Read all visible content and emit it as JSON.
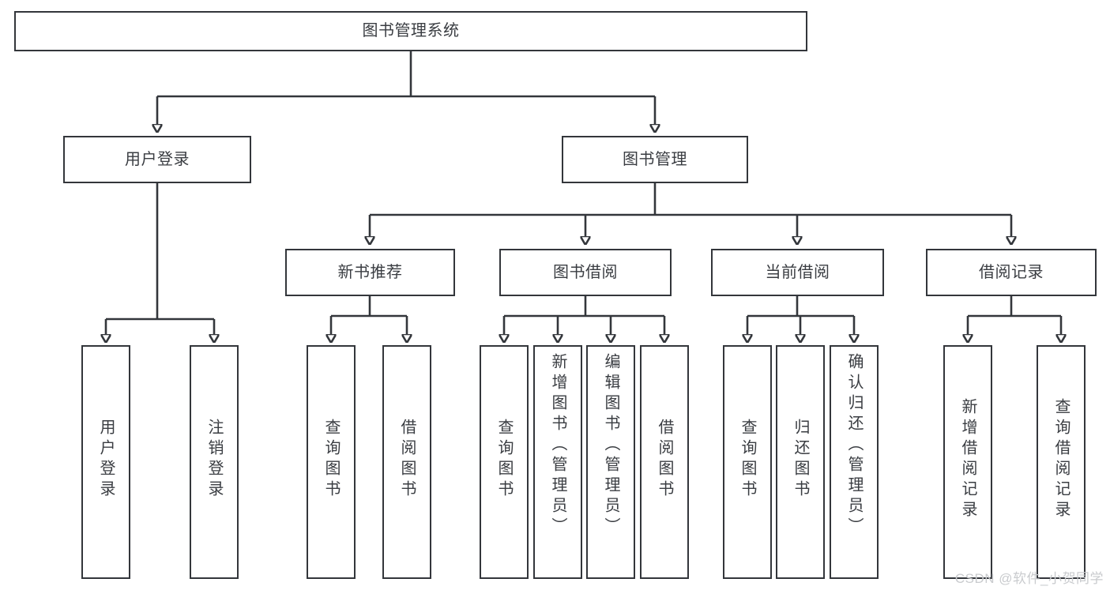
{
  "diagram": {
    "type": "tree",
    "title": "图书管理系统",
    "root": {
      "label": "图书管理系统"
    },
    "level1": [
      {
        "label": "用户登录"
      },
      {
        "label": "图书管理"
      }
    ],
    "level2": [
      {
        "label": "新书推荐"
      },
      {
        "label": "图书借阅"
      },
      {
        "label": "当前借阅"
      },
      {
        "label": "借阅记录"
      }
    ],
    "leaves": {
      "user_login": [
        {
          "label": "用户登录"
        },
        {
          "label": "注销登录"
        }
      ],
      "new_book_recommend": [
        {
          "label": "查询图书"
        },
        {
          "label": "借阅图书"
        }
      ],
      "book_borrow": [
        {
          "label": "查询图书"
        },
        {
          "label": "新增图书（管理员）"
        },
        {
          "label": "编辑图书（管理员）"
        },
        {
          "label": "借阅图书"
        }
      ],
      "current_borrow": [
        {
          "label": "查询图书"
        },
        {
          "label": "归还图书"
        },
        {
          "label": "确认归还（管理员）"
        }
      ],
      "borrow_record": [
        {
          "label": "新增借阅记录"
        },
        {
          "label": "查询借阅记录"
        }
      ]
    }
  },
  "watermark": {
    "text": "CSDN @软件_小贺同学"
  },
  "colors": {
    "stroke": "#33363b",
    "text": "#3a3d42",
    "background": "#ffffff",
    "watermark": "#c9cbce"
  }
}
